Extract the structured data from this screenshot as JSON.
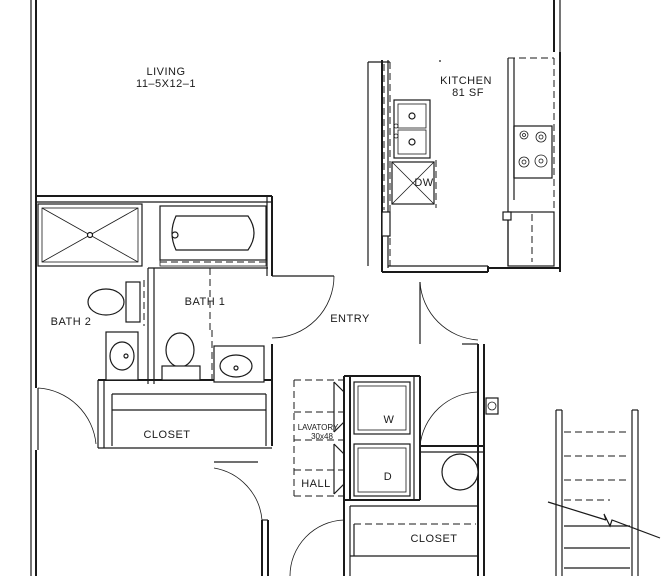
{
  "rooms": {
    "living": {
      "name": "LIVING",
      "size": "11–5X12–1"
    },
    "kitchen": {
      "name": "KITCHEN",
      "size": "81  SF"
    },
    "dishwasher": "DW",
    "bath1": "BATH  1",
    "bath2": "BATH  2",
    "entry": "ENTRY",
    "closet_left": "CLOSET",
    "closet_right": "CLOSET",
    "lavatory": {
      "name": "LAVATORY",
      "size": "30x48"
    },
    "hall": "HALL",
    "washer": "W",
    "dryer": "D"
  }
}
